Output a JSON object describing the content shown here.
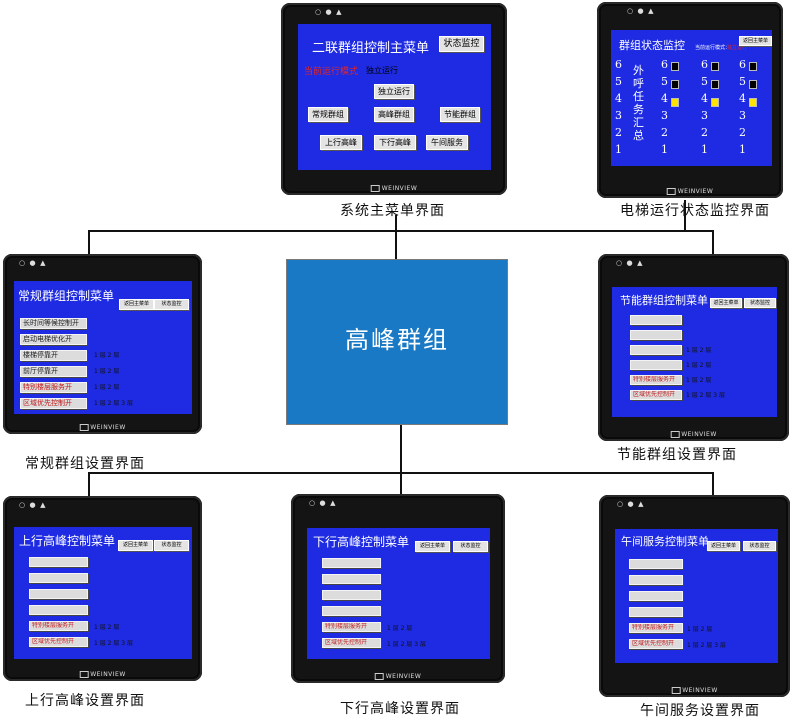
{
  "center": {
    "label": "高峰群组"
  },
  "captions": {
    "main_menu": "系统主菜单界面",
    "monitor": "电梯运行状态监控界面",
    "regular": "常规群组设置界面",
    "energy": "节能群组设置界面",
    "up_peak": "上行高峰设置界面",
    "down_peak": "下行高峰设置界面",
    "noon": "午间服务设置界面"
  },
  "brand": "WEINVIEW",
  "main_menu_screen": {
    "title": "二联群组控制主菜单",
    "status_button": "状态监控",
    "mode_label": "当前运行模式",
    "mode_value": "独立运行",
    "buttons": {
      "independent": "独立运行",
      "regular": "常规群组",
      "peak": "高峰群组",
      "energy": "节能群组",
      "up_peak": "上行高峰",
      "down_peak": "下行高峰",
      "noon": "午间服务"
    }
  },
  "monitor_screen": {
    "title": "群组状态监控",
    "mode_text": "当前运行模式：",
    "mode_value": "独立运行",
    "back_button": "返回主菜单",
    "summary": "外呼任务汇总",
    "floors": [
      "6",
      "5",
      "4",
      "3",
      "2",
      "1"
    ]
  },
  "regular_screen": {
    "title": "常规群组控制菜单",
    "back_button": "返回主菜单",
    "status_button": "状态监控",
    "bars": [
      "长时间等候控制开",
      "启动电梯优化开",
      "楼梯停靠开",
      "前厅停靠开",
      "特别楼层服务开",
      "区域优先控制开"
    ],
    "options": [
      "1 层   2 层",
      "1 层   2 层",
      "1 层   2 层",
      "1 层   2 层   3 层"
    ]
  },
  "energy_screen": {
    "title": "节能群组控制菜单",
    "back_button": "返回主菜单",
    "status_button": "状态监控",
    "bars": [
      "",
      "",
      "",
      "",
      "特别楼层服务开",
      "区域优先控制开"
    ],
    "options": [
      "1 层   2 层",
      "1 层   2 层",
      "1 层   2 层",
      "1 层   2 层   3 层"
    ]
  },
  "up_screen": {
    "title": "上行高峰控制菜单",
    "back_button": "返回主菜单",
    "status_button": "状态监控",
    "bars": [
      "",
      "",
      "",
      "",
      "特别楼层服务开",
      "区域优先控制开"
    ],
    "options": [
      "1 层   2 层",
      "1 层   2 层   3 层"
    ]
  },
  "down_screen": {
    "title": "下行高峰控制菜单",
    "back_button": "返回主菜单",
    "status_button": "状态监控",
    "bars": [
      "",
      "",
      "",
      "",
      "特别楼层服务开",
      "区域优先控制开"
    ],
    "options": [
      "1 层   2 层",
      "1 层   2 层   3 层"
    ]
  },
  "noon_screen": {
    "title": "午间服务控制菜单",
    "back_button": "返回主菜单",
    "status_button": "状态监控",
    "bars": [
      "",
      "",
      "",
      "",
      "特别楼层服务开",
      "区域优先控制开"
    ],
    "options": [
      "1 层   2 层",
      "1 层   2 层   3 层"
    ]
  }
}
